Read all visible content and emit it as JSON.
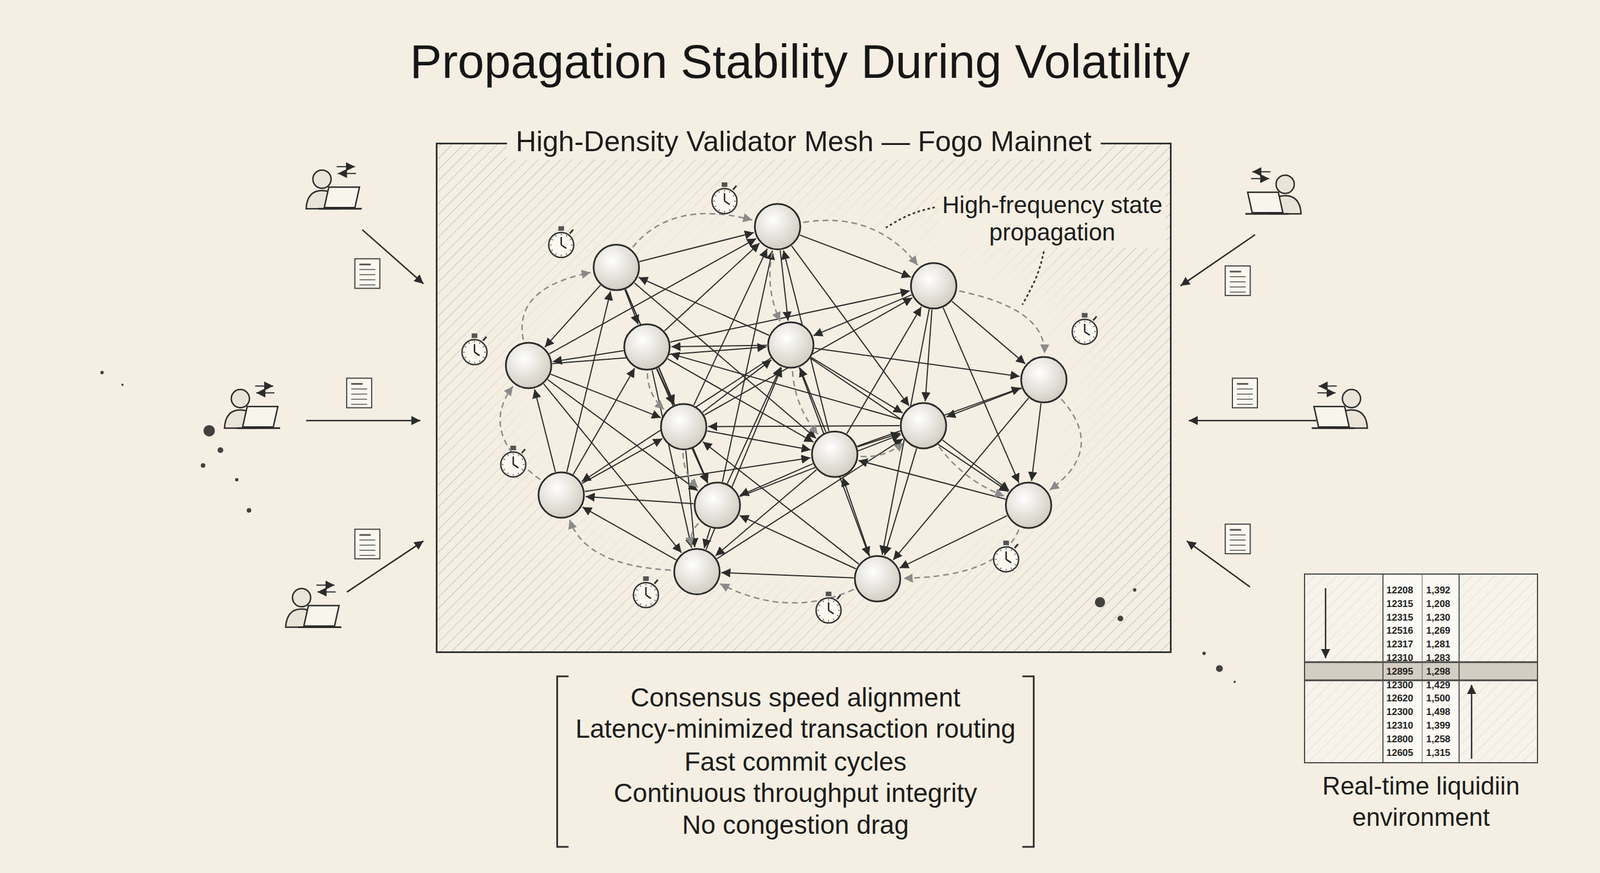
{
  "diagram": {
    "title": "Propagation Stability During Volatility",
    "nodes": [
      {
        "text": [
          "High-Density Validator Mesh — Fogo Mainnet"
        ]
      },
      {
        "text": [
          "Real-time liquidiin environment"
        ]
      }
    ],
    "labels": [
      "High-frequency state propagation",
      "Consensus speed alignment",
      "Latency-minimized transaction routing",
      "Fast commit cycles",
      "Continuous throughput integrity",
      "No congestion drag",
      "12208",
      "1,392",
      "12315",
      "1,208",
      "12315",
      "1,230",
      "12516",
      "1,269",
      "12317",
      "1,281",
      "12310",
      "1,283",
      "12895",
      "1,298",
      "12300",
      "1,429",
      "12620",
      "1,500",
      "12300",
      "1,498",
      "12310",
      "1,399",
      "12800",
      "1,258",
      "12605",
      "1,315"
    ]
  }
}
